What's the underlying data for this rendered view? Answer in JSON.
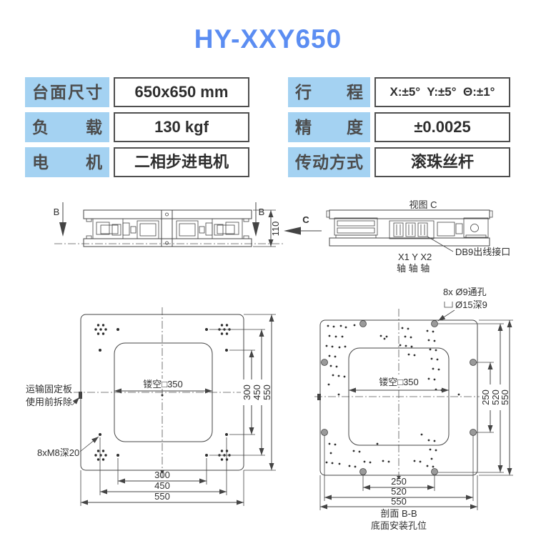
{
  "title": "HY-XXY650",
  "colors": {
    "accent_blue": "#5b8df2",
    "header_bg": "#a4d2f2",
    "line": "#444444"
  },
  "specs": {
    "left": [
      {
        "label": "台面尺寸",
        "value": "650x650 mm"
      },
      {
        "label": "负载",
        "value": "130 kgf"
      },
      {
        "label": "电机",
        "value": "二相步进电机"
      }
    ],
    "right": [
      {
        "label": "行程",
        "value": "X:±5°  Y:±5°  Θ:±1°"
      },
      {
        "label": "精度",
        "value": "±0.0025"
      },
      {
        "label": "传动方式",
        "value": "滚珠丝杆"
      }
    ]
  },
  "section_view": {
    "label_b_left": "B",
    "label_b_right": "B",
    "height_dim": "110",
    "view_arrow_label": "C"
  },
  "view_c": {
    "title": "视图 C",
    "axis_line1": "X1 Y X2",
    "axis_line2": "轴 轴 轴",
    "db9_label": "DB9出线接口"
  },
  "top_view": {
    "hollow_label": "镂空□350",
    "transport_note1": "运输固定板",
    "transport_note2": "使用前拆除",
    "thread_note": "8xM8深20",
    "dim_inner": "300",
    "dim_mid": "450",
    "dim_outer": "550"
  },
  "bottom_view": {
    "hole_note1": "8x Ø9通孔",
    "hole_note2": "Ø15深9",
    "hollow_label": "镂空□350",
    "dim_inner": "250",
    "dim_mid": "520",
    "dim_outer": "550",
    "caption1": "剖面 B-B",
    "caption2": "底面安装孔位"
  }
}
